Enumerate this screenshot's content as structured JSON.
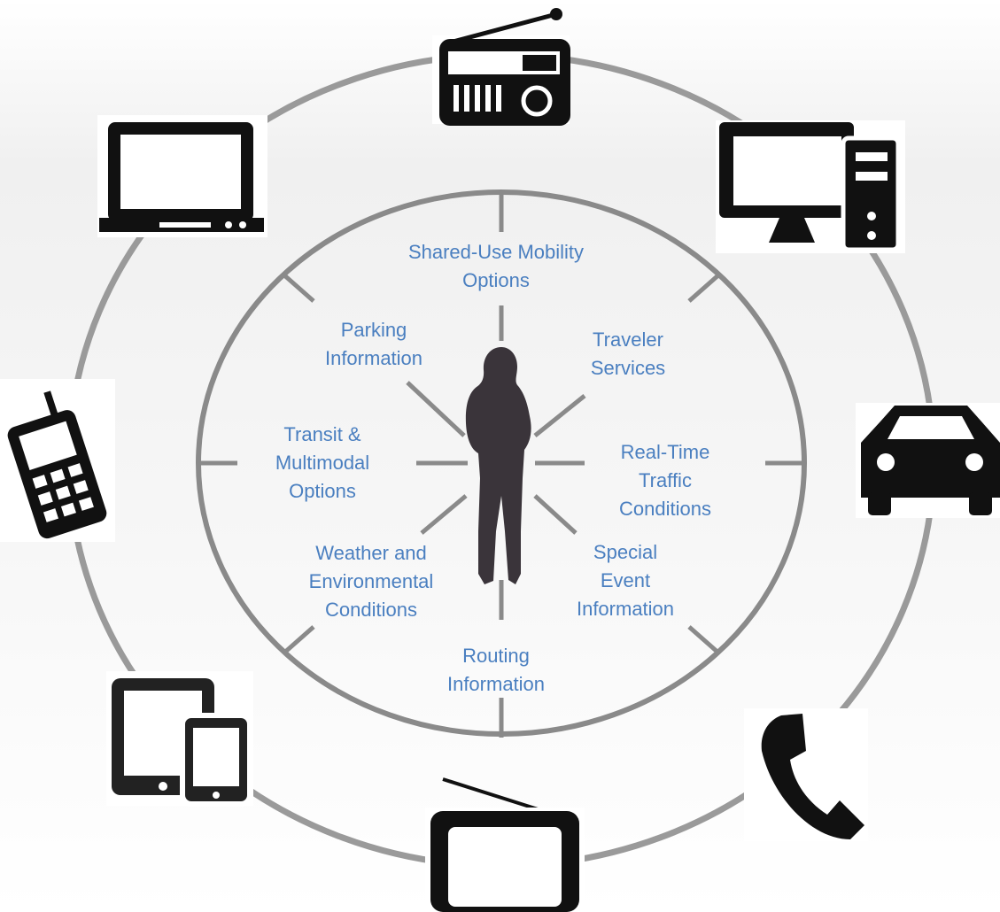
{
  "categories": [
    {
      "id": "shared-use",
      "lines": [
        "Shared-Use Mobility",
        "Options"
      ]
    },
    {
      "id": "traveler-services",
      "lines": [
        "Traveler",
        "Services"
      ]
    },
    {
      "id": "real-time-traffic",
      "lines": [
        "Real-Time",
        "Traffic",
        "Conditions"
      ]
    },
    {
      "id": "special-event",
      "lines": [
        "Special",
        "Event",
        "Information"
      ]
    },
    {
      "id": "routing",
      "lines": [
        "Routing",
        "Information"
      ]
    },
    {
      "id": "weather",
      "lines": [
        "Weather and",
        "Environmental",
        "Conditions"
      ]
    },
    {
      "id": "transit",
      "lines": [
        "Transit &",
        "Multimodal",
        "Options"
      ]
    },
    {
      "id": "parking",
      "lines": [
        "Parking",
        "Information"
      ]
    }
  ],
  "devices": [
    "radio-icon",
    "desktop-computer-icon",
    "car-icon",
    "telephone-icon",
    "television-icon",
    "tablet-smartphone-icon",
    "mobile-phone-icon",
    "laptop-icon"
  ],
  "colors": {
    "label": "#4a7fc0",
    "ring": "#9a9a9a",
    "icon": "#111111",
    "person": "#3a343a"
  }
}
